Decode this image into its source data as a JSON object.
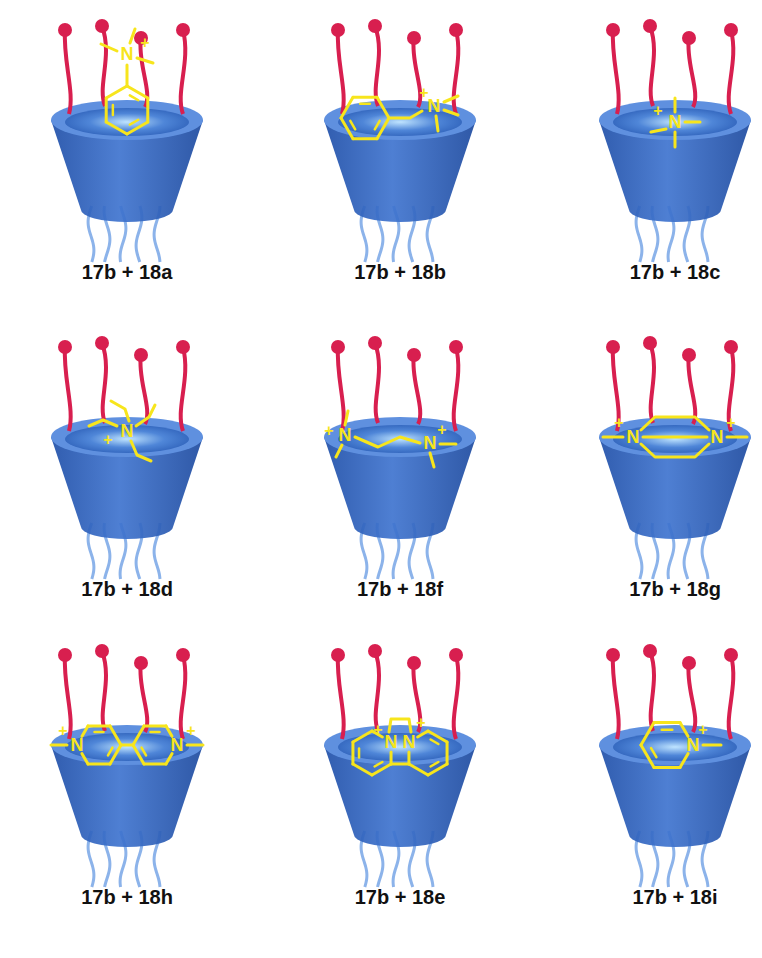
{
  "diagram": {
    "labels": [
      "N",
      "+",
      "17b + 18a",
      "N",
      "+",
      "17b + 18b",
      "N",
      "+",
      "17b + 18c",
      "N",
      "+",
      "17b + 18d",
      "N",
      "+",
      "N",
      "+",
      "17b + 18f",
      "N",
      "+",
      "N",
      "+",
      "17b + 18g",
      "N",
      "+",
      "N",
      "+",
      "17b + 18h",
      "N",
      "+",
      "N",
      "+",
      "17b + 18e",
      "N",
      "+",
      "17b + 18i"
    ]
  }
}
